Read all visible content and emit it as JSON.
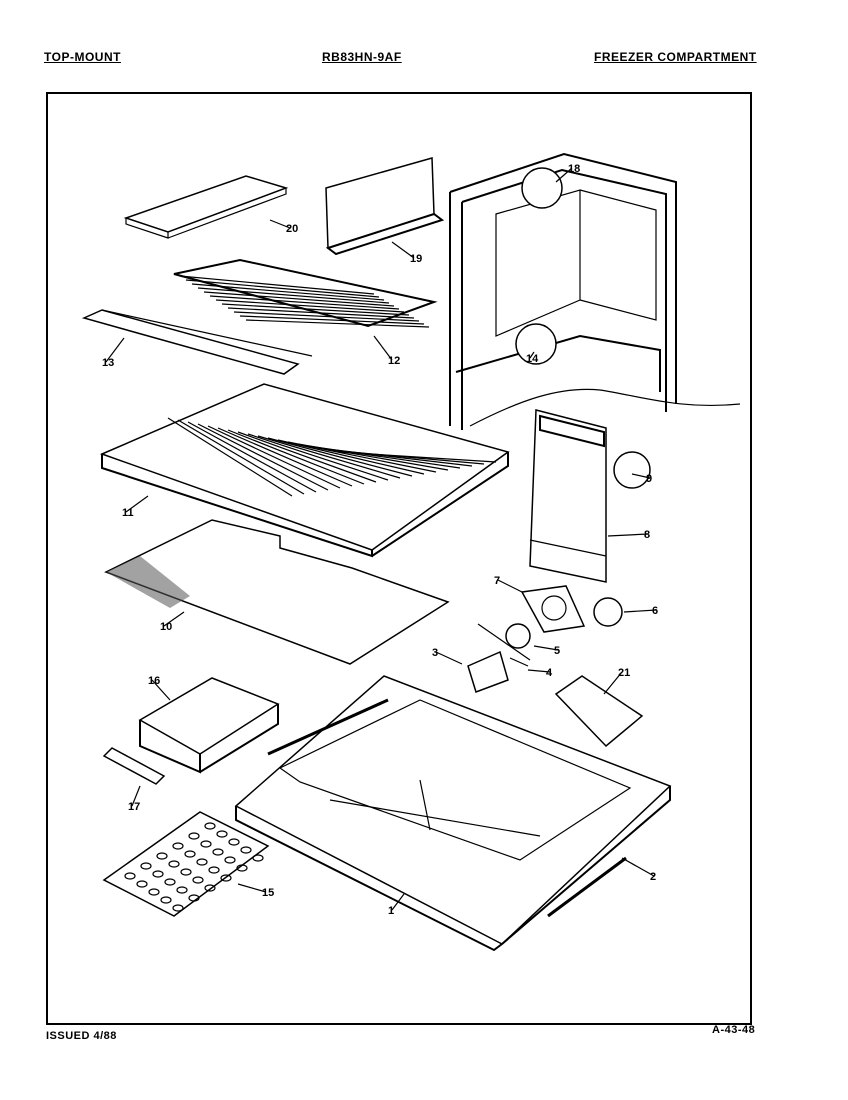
{
  "header": {
    "left": "TOP-MOUNT",
    "center": "RB83HN-9AF",
    "right": "FREEZER COMPARTMENT"
  },
  "footer": {
    "left": "ISSUED 4/88",
    "right": "A-43-48"
  },
  "callouts": [
    "1",
    "2",
    "3",
    "4",
    "5",
    "6",
    "7",
    "8",
    "9",
    "10",
    "11",
    "12",
    "13",
    "14",
    "15",
    "16",
    "17",
    "18",
    "19",
    "20",
    "21"
  ]
}
